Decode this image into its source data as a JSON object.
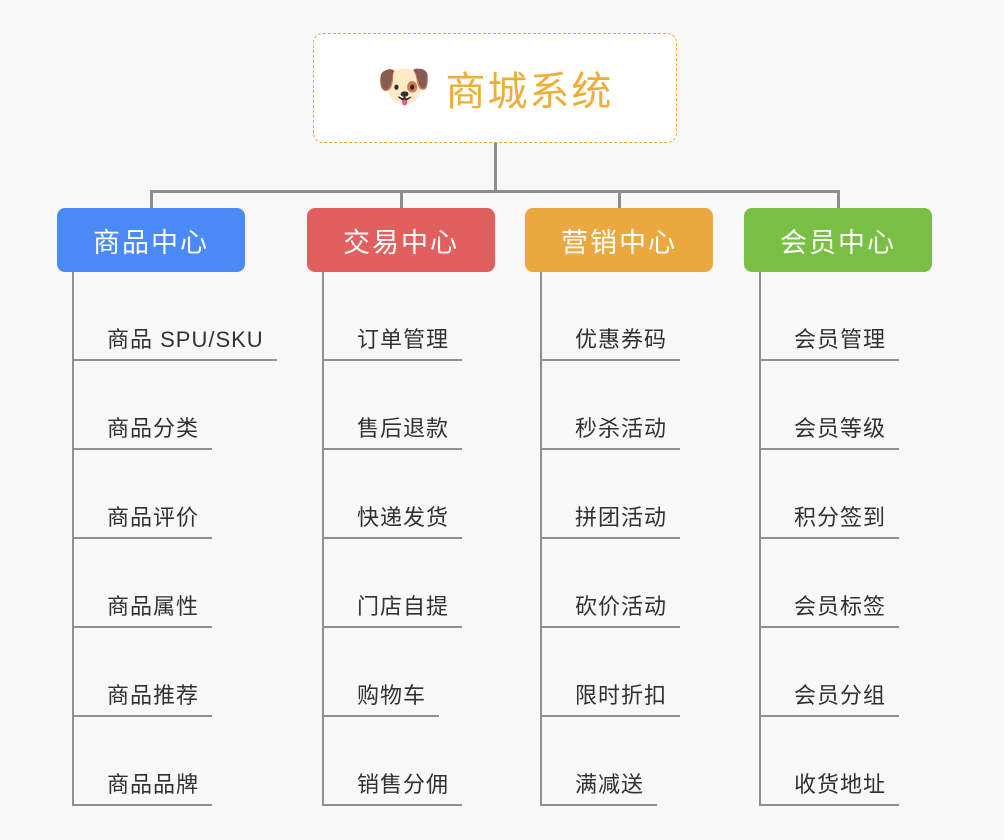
{
  "page": {
    "background_color": "#f8f8f8",
    "line_color": "#8d8d8d"
  },
  "root": {
    "icon": "dog-face-icon",
    "icon_glyph": "🐶",
    "title": "商城系统",
    "text_color": "#eeac3a",
    "border_color": "#eba43c",
    "background_color": "#ffffff"
  },
  "columns": [
    {
      "id": "product-center",
      "title": "商品中心",
      "color": "#4a8af4",
      "items": [
        "商品 SPU/SKU",
        "商品分类",
        "商品评价",
        "商品属性",
        "商品推荐",
        "商品品牌"
      ]
    },
    {
      "id": "trade-center",
      "title": "交易中心",
      "color": "#e15f5c",
      "items": [
        "订单管理",
        "售后退款",
        "快递发货",
        "门店自提",
        "购物车",
        "销售分佣"
      ]
    },
    {
      "id": "marketing-center",
      "title": "营销中心",
      "color": "#eaa83f",
      "items": [
        "优惠券码",
        "秒杀活动",
        "拼团活动",
        "砍价活动",
        "限时折扣",
        "满减送"
      ]
    },
    {
      "id": "member-center",
      "title": "会员中心",
      "color": "#79bf43",
      "items": [
        "会员管理",
        "会员等级",
        "积分签到",
        "会员标签",
        "会员分组",
        "收货地址"
      ]
    }
  ]
}
